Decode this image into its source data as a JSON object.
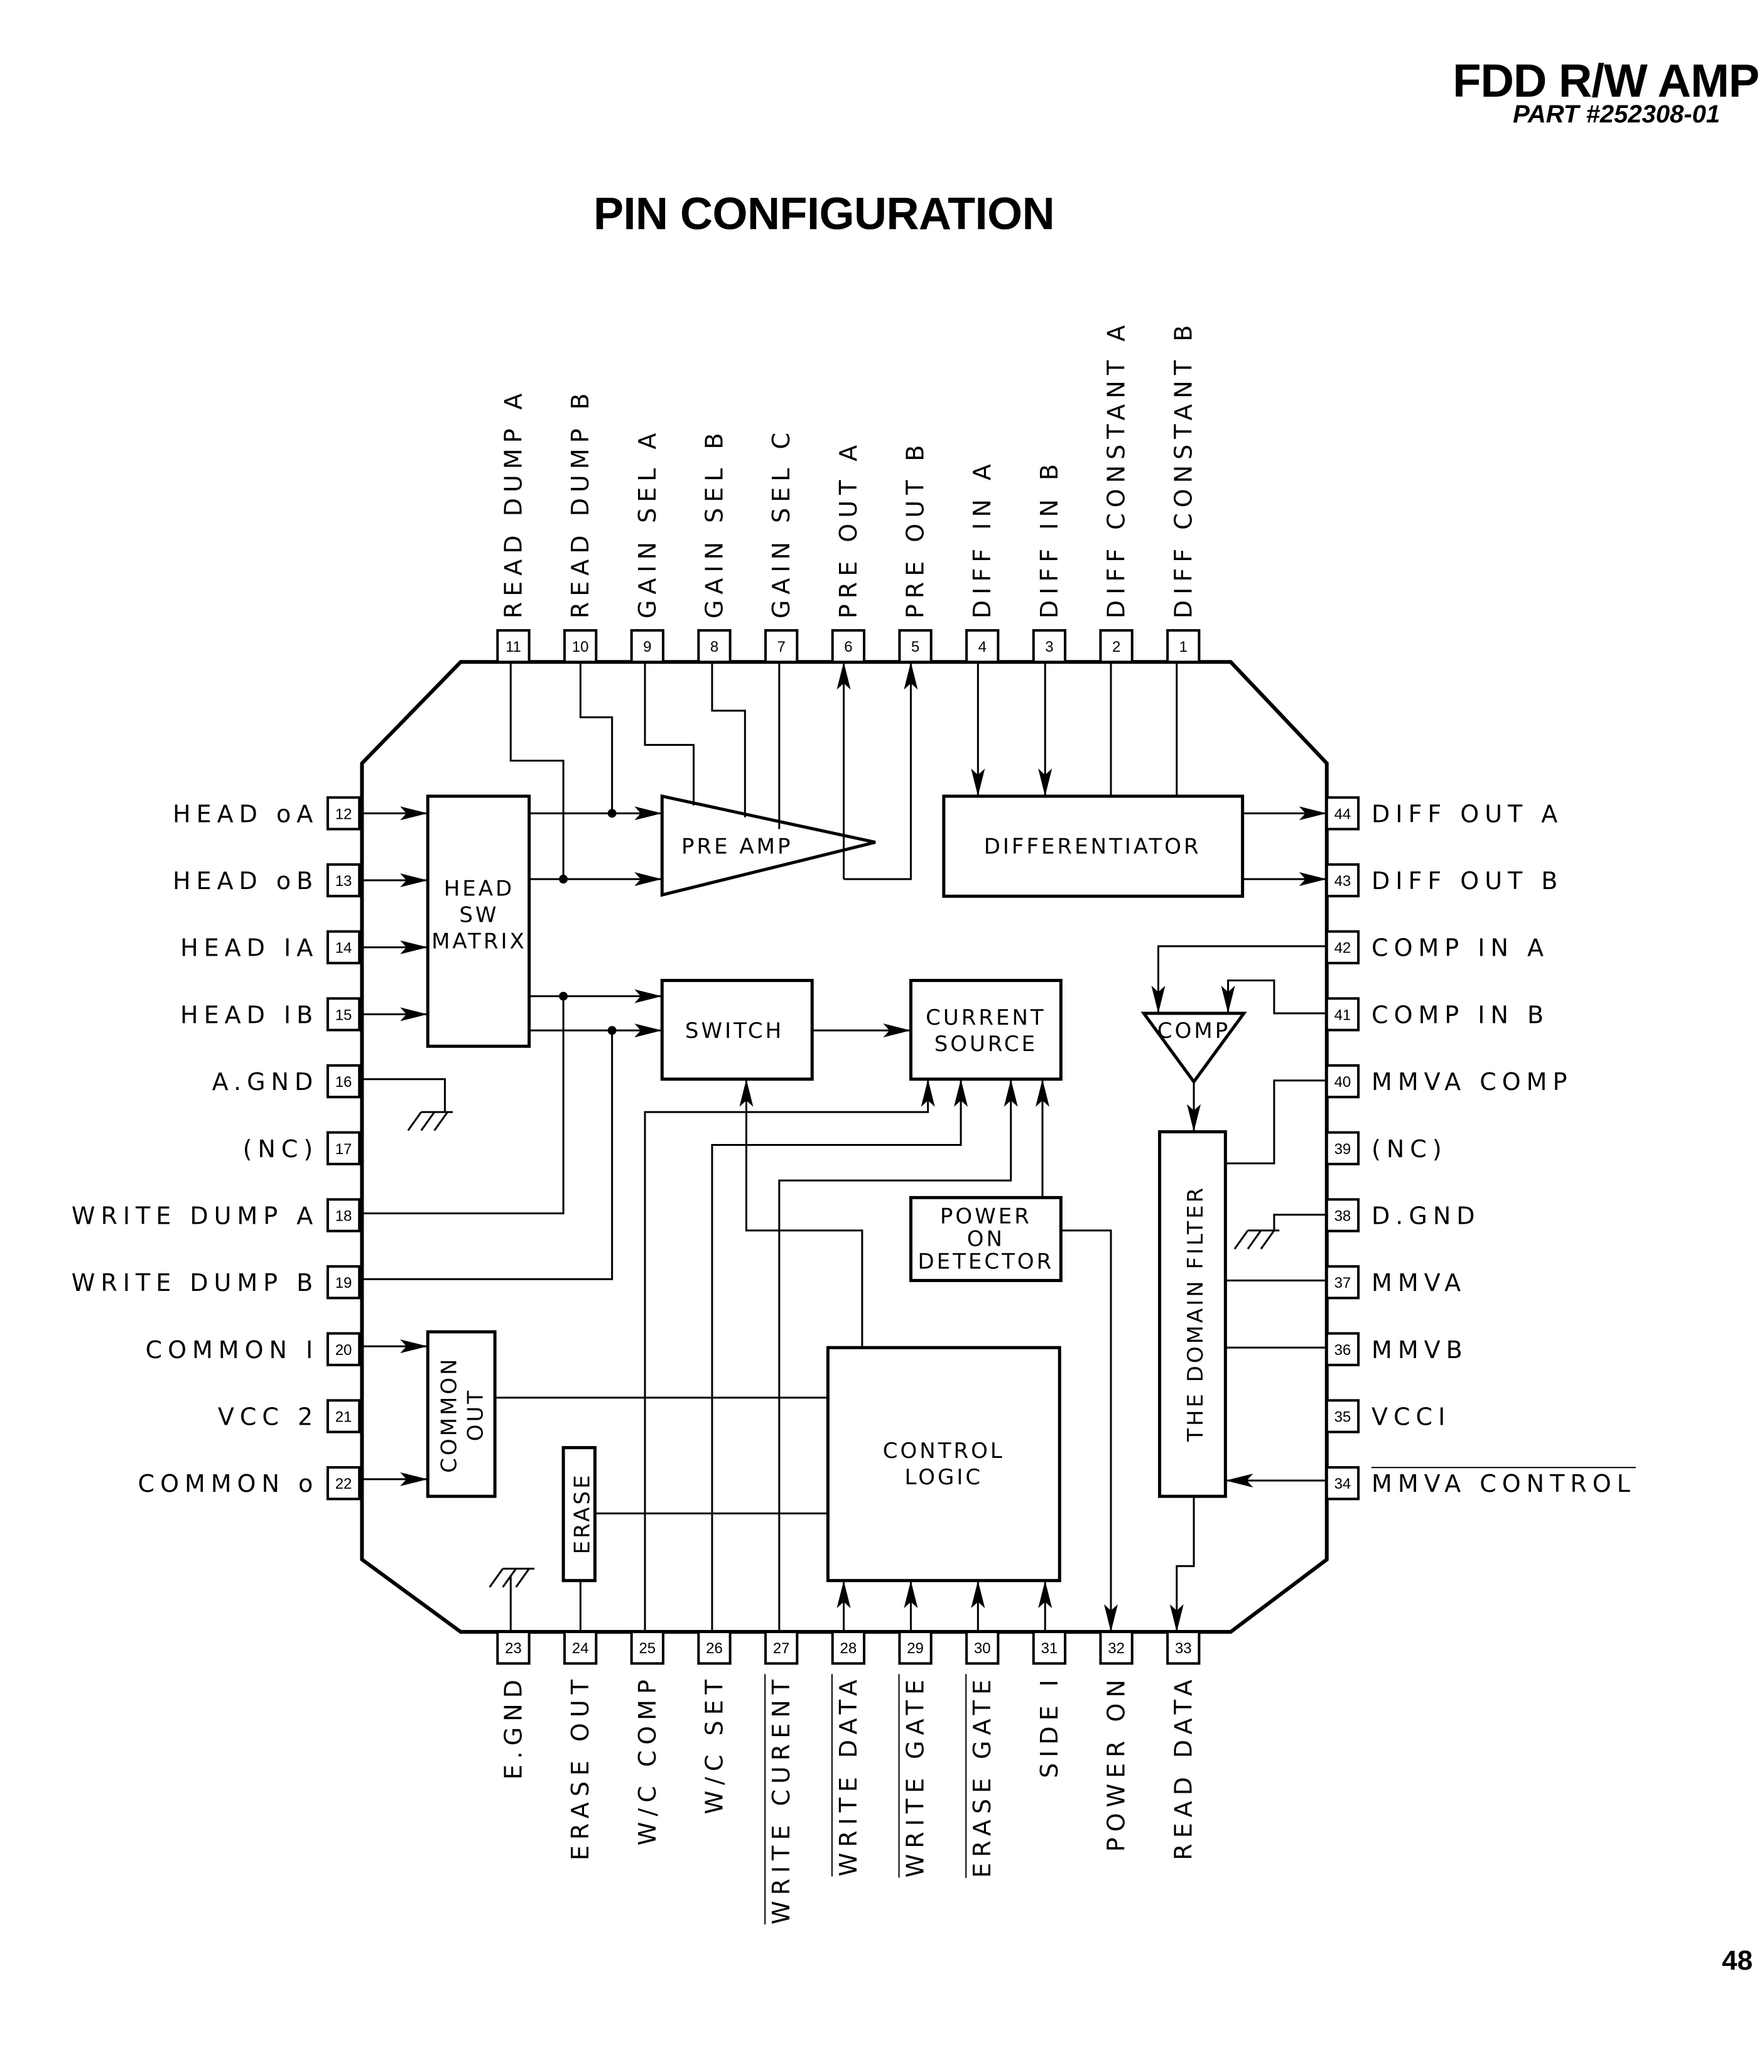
{
  "header": {
    "title": "FDD R/W AMP",
    "part": "PART #252308-01"
  },
  "page_title": "PIN CONFIGURATION",
  "page_number": "48",
  "pins": {
    "top": [
      {
        "num": "11",
        "label": "READ DUMP A",
        "overbar": false
      },
      {
        "num": "10",
        "label": "READ DUMP B",
        "overbar": false
      },
      {
        "num": "9",
        "label": "GAIN SEL A",
        "overbar": false
      },
      {
        "num": "8",
        "label": "GAIN SEL B",
        "overbar": false
      },
      {
        "num": "7",
        "label": "GAIN SEL C",
        "overbar": false
      },
      {
        "num": "6",
        "label": "PRE OUT A",
        "overbar": false
      },
      {
        "num": "5",
        "label": "PRE OUT B",
        "overbar": false
      },
      {
        "num": "4",
        "label": "DIFF IN A",
        "overbar": false
      },
      {
        "num": "3",
        "label": "DIFF IN B",
        "overbar": false
      },
      {
        "num": "2",
        "label": "DIFF CONSTANT A",
        "overbar": false
      },
      {
        "num": "1",
        "label": "DIFF CONSTANT B",
        "overbar": false
      }
    ],
    "left": [
      {
        "num": "12",
        "label": "HEAD oA",
        "overbar": false
      },
      {
        "num": "13",
        "label": "HEAD oB",
        "overbar": false
      },
      {
        "num": "14",
        "label": "HEAD IA",
        "overbar": false
      },
      {
        "num": "15",
        "label": "HEAD IB",
        "overbar": false
      },
      {
        "num": "16",
        "label": "A.GND",
        "overbar": false
      },
      {
        "num": "17",
        "label": "(NC)",
        "overbar": false
      },
      {
        "num": "18",
        "label": "WRITE DUMP A",
        "overbar": false
      },
      {
        "num": "19",
        "label": "WRITE DUMP B",
        "overbar": false
      },
      {
        "num": "20",
        "label": "COMMON I",
        "overbar": false
      },
      {
        "num": "21",
        "label": "VCC 2",
        "overbar": false
      },
      {
        "num": "22",
        "label": "COMMON o",
        "overbar": false
      }
    ],
    "bottom": [
      {
        "num": "23",
        "label": "E.GND",
        "overbar": false
      },
      {
        "num": "24",
        "label": "ERASE OUT",
        "overbar": false
      },
      {
        "num": "25",
        "label": "W/C COMP",
        "overbar": false
      },
      {
        "num": "26",
        "label": "W/C SET",
        "overbar": false
      },
      {
        "num": "27",
        "label": "WRITE CURENT",
        "overbar": true
      },
      {
        "num": "28",
        "label": "WRITE DATA",
        "overbar": true
      },
      {
        "num": "29",
        "label": "WRITE GATE",
        "overbar": true
      },
      {
        "num": "30",
        "label": "ERASE GATE",
        "overbar": true
      },
      {
        "num": "31",
        "label": "SIDE I",
        "overbar": false
      },
      {
        "num": "32",
        "label": "POWER ON",
        "overbar": false
      },
      {
        "num": "33",
        "label": "READ DATA",
        "overbar": false
      }
    ],
    "right": [
      {
        "num": "44",
        "label": "DIFF OUT A",
        "overbar": false
      },
      {
        "num": "43",
        "label": "DIFF OUT B",
        "overbar": false
      },
      {
        "num": "42",
        "label": "COMP IN A",
        "overbar": false
      },
      {
        "num": "41",
        "label": "COMP IN B",
        "overbar": false
      },
      {
        "num": "40",
        "label": "MMVA COMP",
        "overbar": false
      },
      {
        "num": "39",
        "label": "(NC)",
        "overbar": false
      },
      {
        "num": "38",
        "label": "D.GND",
        "overbar": false
      },
      {
        "num": "37",
        "label": "MMVA",
        "overbar": false
      },
      {
        "num": "36",
        "label": "MMVB",
        "overbar": false
      },
      {
        "num": "35",
        "label": "VCCI",
        "overbar": false
      },
      {
        "num": "34",
        "label": "MMVA CONTROL",
        "overbar": true
      }
    ]
  },
  "blocks": {
    "head_sw_matrix": [
      "HEAD",
      "SW",
      "MATRIX"
    ],
    "pre_amp": "PRE AMP",
    "differentiator": "DIFFERENTIATOR",
    "switch": "SWITCH",
    "current_source": [
      "CURRENT",
      "SOURCE"
    ],
    "comp": "COMP",
    "power_on_detector": [
      "POWER",
      "ON",
      "DETECTOR"
    ],
    "the_domain_filter": "THE DOMAIN FILTER",
    "common_out": [
      "COMMON",
      "OUT"
    ],
    "erase": "ERASE",
    "control_logic": [
      "CONTROL",
      "LOGIC"
    ]
  }
}
